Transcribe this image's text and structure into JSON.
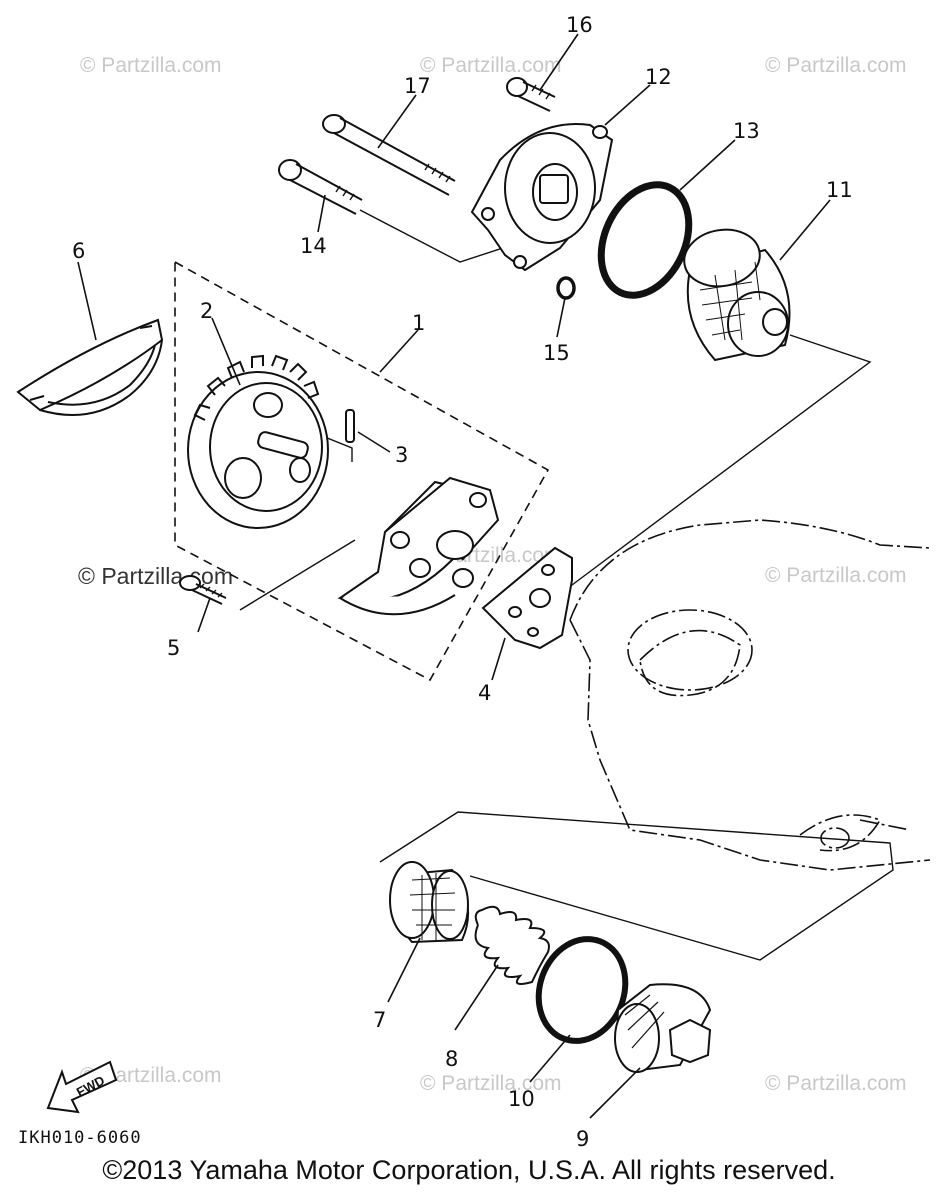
{
  "watermark": "© Partzilla.com",
  "callouts": {
    "p1": "1",
    "p2": "2",
    "p3": "3",
    "p4": "4",
    "p5": "5",
    "p6": "6",
    "p7": "7",
    "p8": "8",
    "p9": "9",
    "p10": "10",
    "p11": "11",
    "p12": "12",
    "p13": "13",
    "p14": "14",
    "p15": "15",
    "p16": "16",
    "p17": "17"
  },
  "fwd_label": "FWD",
  "diagram_code": "IKH010-6060",
  "copyright": "©2013 Yamaha Motor Corporation, U.S.A. All rights reserved."
}
